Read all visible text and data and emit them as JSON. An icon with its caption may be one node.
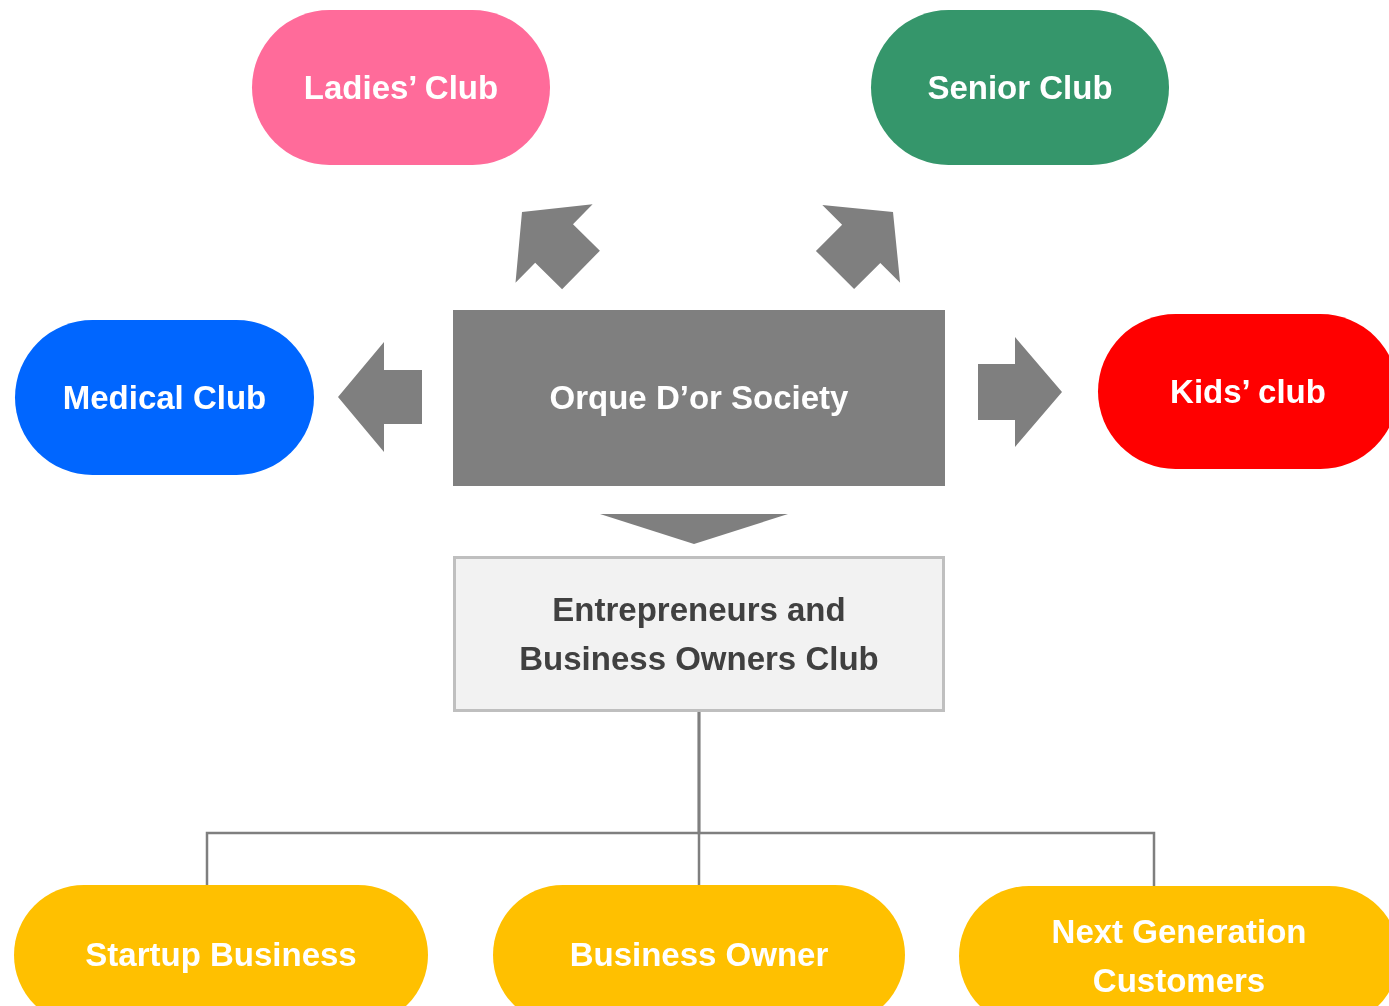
{
  "diagram": {
    "nodes": [
      {
        "text": [
          "Orque D’or Society"
        ]
      },
      {
        "text": [
          "Ladies’ Club"
        ]
      },
      {
        "text": [
          "Senior Club"
        ]
      },
      {
        "text": [
          "Medical Club"
        ]
      },
      {
        "text": [
          "Kids’ club"
        ]
      },
      {
        "text": [
          "Entrepreneurs and Business Owners Club"
        ]
      },
      {
        "text": [
          "Startup Business"
        ]
      },
      {
        "text": [
          "Business Owner"
        ]
      },
      {
        "text": [
          "Next Generation Customers"
        ]
      }
    ],
    "edges": [
      {
        "from": 0,
        "to": 1,
        "arrow": "to",
        "style": "thick"
      },
      {
        "from": 0,
        "to": 2,
        "arrow": "to",
        "style": "thick"
      },
      {
        "from": 0,
        "to": 3,
        "arrow": "to",
        "style": "thick"
      },
      {
        "from": 0,
        "to": 4,
        "arrow": "to",
        "style": "thick"
      },
      {
        "from": 0,
        "to": 5,
        "arrow": "to",
        "style": "thick"
      },
      {
        "from": 5,
        "to": 6,
        "arrow": "none"
      },
      {
        "from": 5,
        "to": 7,
        "arrow": "none"
      },
      {
        "from": 5,
        "to": 8,
        "arrow": "none"
      }
    ]
  }
}
